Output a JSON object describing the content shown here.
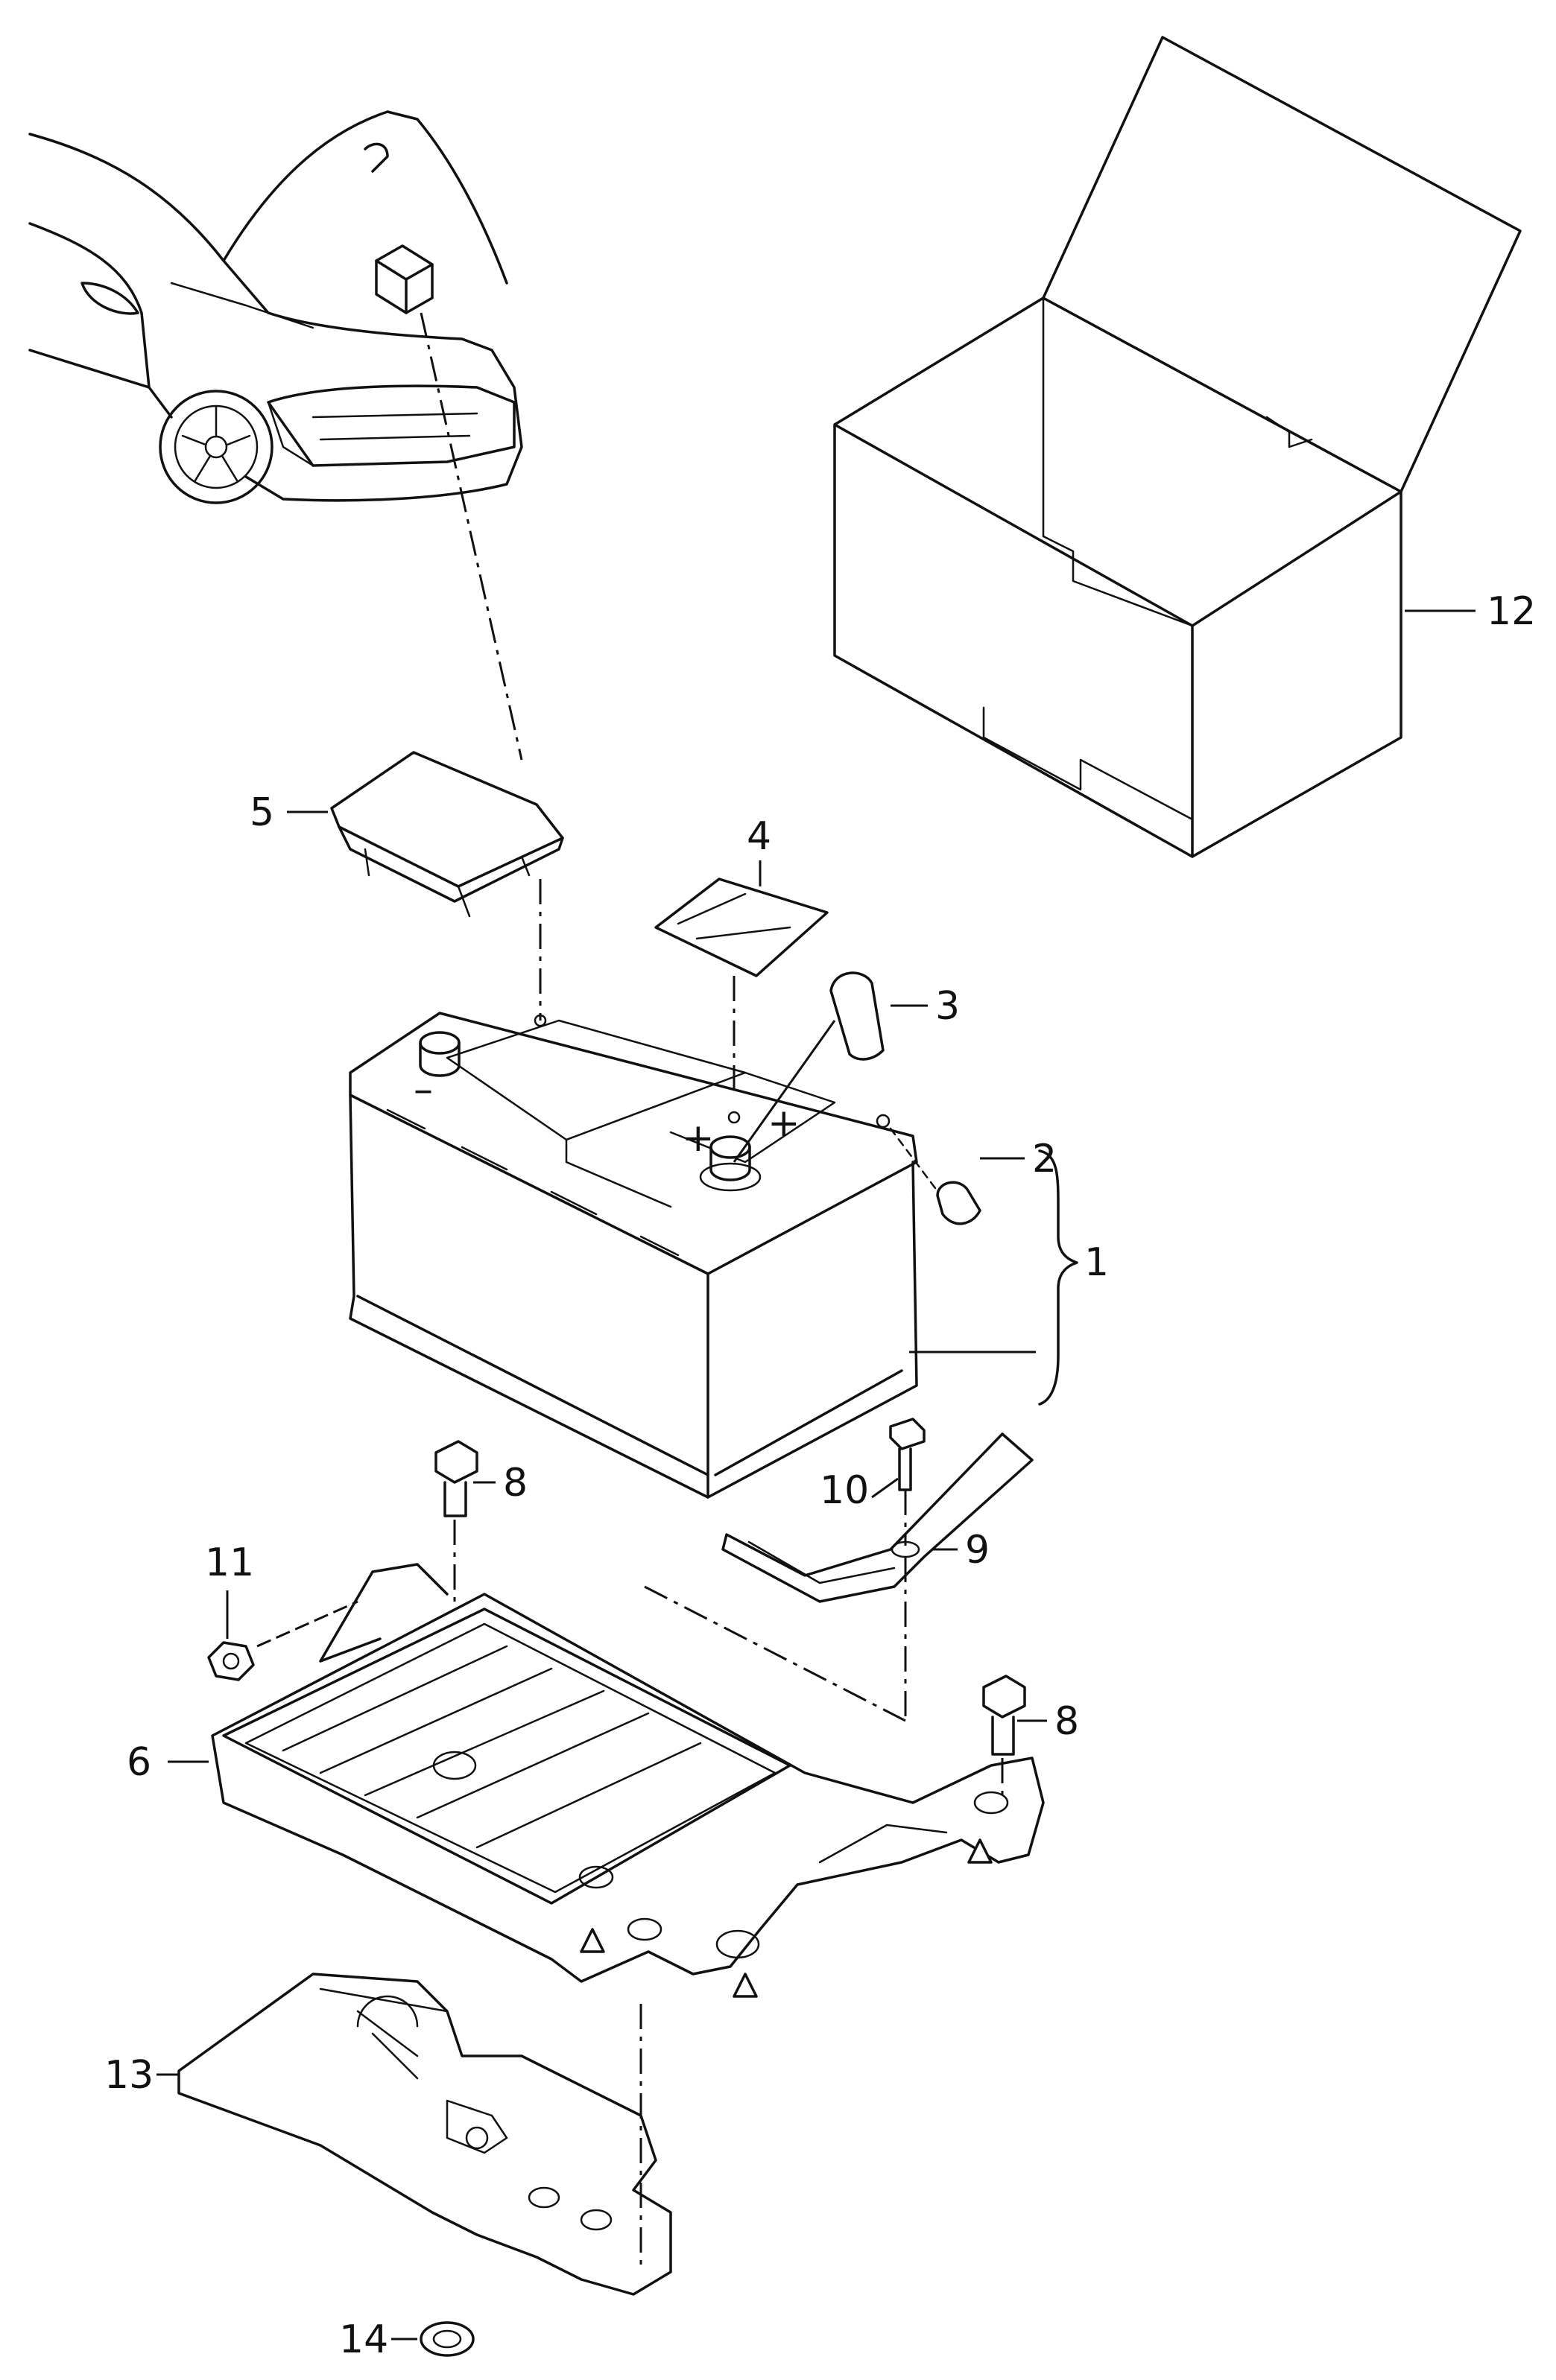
{
  "callouts": [
    {
      "id": "1",
      "text": "1"
    },
    {
      "id": "2",
      "text": "2"
    },
    {
      "id": "3",
      "text": "3"
    },
    {
      "id": "4",
      "text": "4"
    },
    {
      "id": "5",
      "text": "5"
    },
    {
      "id": "6",
      "text": "6"
    },
    {
      "id": "8a",
      "text": "8"
    },
    {
      "id": "8b",
      "text": "8"
    },
    {
      "id": "9",
      "text": "9"
    },
    {
      "id": "10",
      "text": "10"
    },
    {
      "id": "11",
      "text": "11"
    },
    {
      "id": "12",
      "text": "12"
    },
    {
      "id": "13",
      "text": "13"
    },
    {
      "id": "14",
      "text": "14"
    }
  ],
  "terminals": {
    "negative": "–",
    "positive_a": "+",
    "positive_b": "+"
  }
}
